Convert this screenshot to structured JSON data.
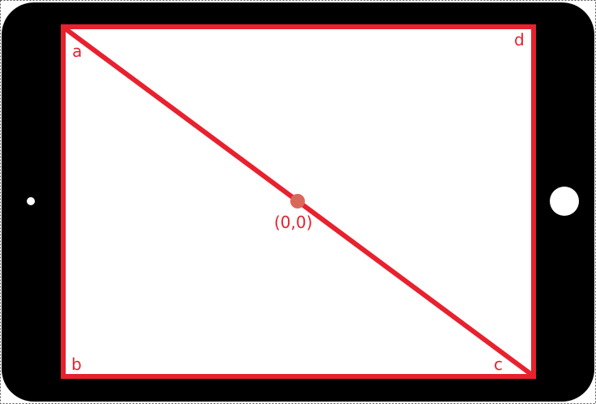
{
  "labels": {
    "top_left": "a",
    "bottom_left": "b",
    "bottom_right": "c",
    "top_right": "d",
    "center": "(0,0)"
  },
  "colors": {
    "bezel": "#000000",
    "screen": "#ffffff",
    "accent": "#e8212e",
    "center_point": "#d9685b",
    "button": "#ffffff"
  },
  "icons": {
    "camera": "front-camera-icon",
    "home": "home-button-icon"
  }
}
